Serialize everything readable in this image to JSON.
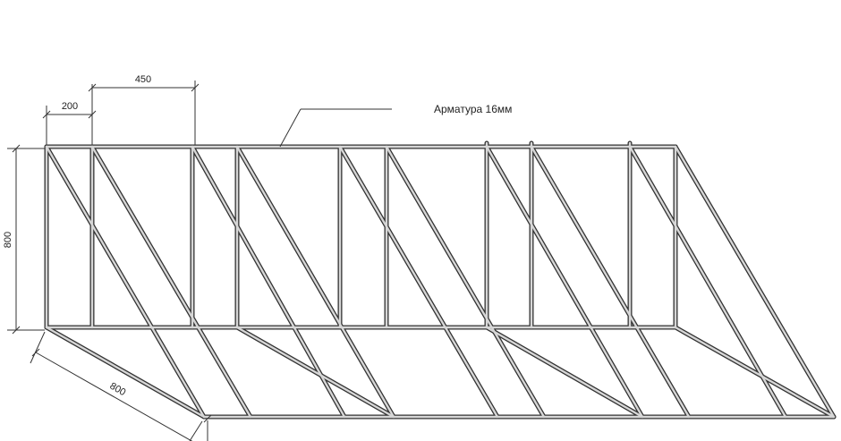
{
  "diagram": {
    "callout": {
      "label": "Арматура 16мм"
    },
    "dimensions": {
      "spacing_small": "200",
      "spacing_large": "450",
      "height": "800",
      "depth": "800"
    },
    "colors": {
      "bar_edge": "#333333",
      "bar_fill": "#d6d6d6",
      "dimension_line": "#333333",
      "background": "#ffffff"
    }
  }
}
